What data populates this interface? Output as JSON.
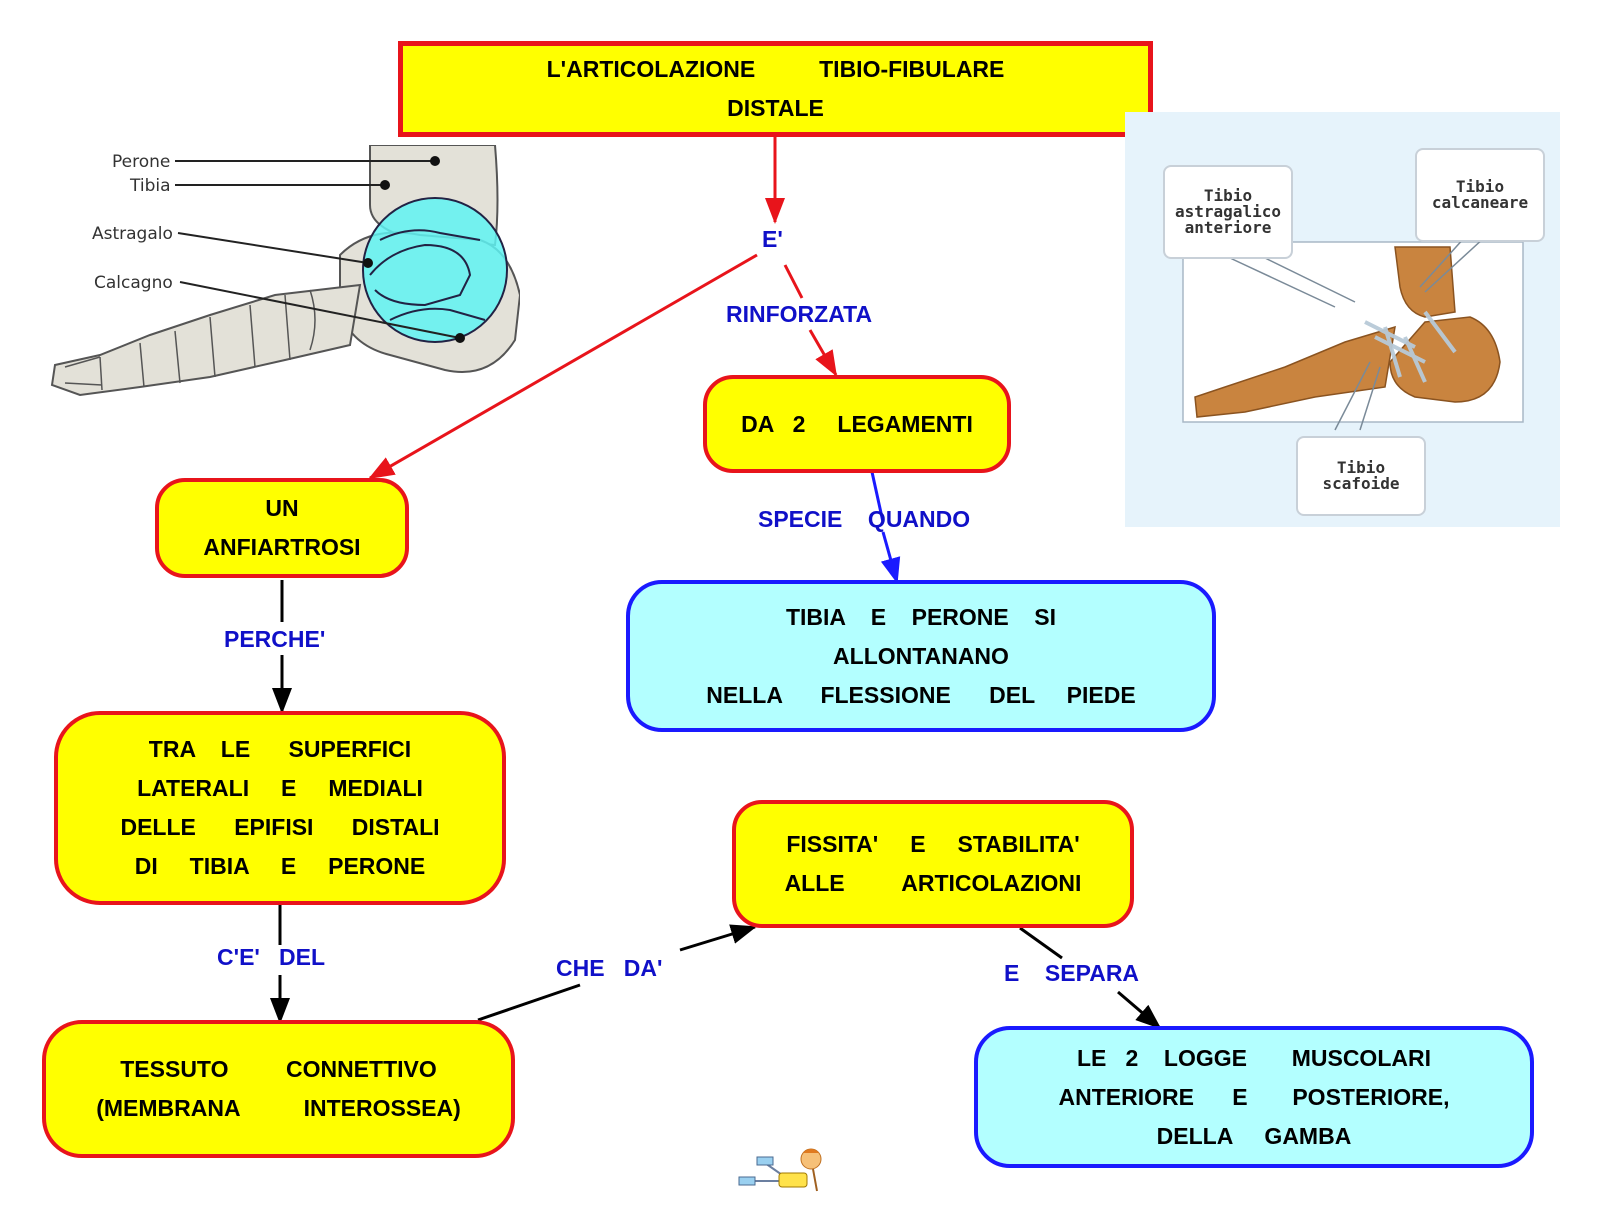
{
  "title": {
    "lines": [
      "L'ARTICOLAZIONE          TIBIO-FIBULARE",
      "DISTALE"
    ]
  },
  "nodes": {
    "anfiartrosi": {
      "lines": [
        "UN",
        "ANFIARTROSI"
      ]
    },
    "legamenti": {
      "lines": [
        "DA   2     LEGAMENTI"
      ]
    },
    "allontanano": {
      "lines": [
        "TIBIA    E    PERONE    SI",
        "ALLONTANANO",
        "NELLA      FLESSIONE      DEL     PIEDE"
      ]
    },
    "superfici": {
      "lines": [
        "TRA    LE      SUPERFICI",
        "LATERALI     E     MEDIALI",
        "DELLE      EPIFISI      DISTALI",
        "DI     TIBIA     E     PERONE"
      ]
    },
    "fissita": {
      "lines": [
        "FISSITA'     E     STABILITA'",
        "ALLE         ARTICOLAZIONI"
      ]
    },
    "tessuto": {
      "lines": [
        "TESSUTO         CONNETTIVO",
        "(MEMBRANA          INTEROSSEA)"
      ]
    },
    "logge": {
      "lines": [
        "LE   2    LOGGE       MUSCOLARI",
        "ANTERIORE      E       POSTERIORE,",
        "DELLA     GAMBA"
      ]
    }
  },
  "link_labels": {
    "e": "E'",
    "rinforzata": "RINFORZATA",
    "specie_quando": "SPECIE    QUANDO",
    "perche": "PERCHE'",
    "ce_del": "C'E'   DEL",
    "che_da": "CHE   DA'",
    "e_separa": "E    SEPARA"
  },
  "left_image": {
    "labels": {
      "perone": "Perone",
      "tibia": "Tibia",
      "astragalo": "Astragalo",
      "calcagno": "Calcagno"
    }
  },
  "right_image": {
    "callouts": {
      "astragalico": [
        "Tibio",
        "astragalico",
        "anteriore"
      ],
      "calcaneare": [
        "Tibio",
        "calcaneare"
      ],
      "scafoide": [
        "Tibio",
        "scafoide"
      ]
    }
  },
  "colors": {
    "yellow_fill": "#ffff00",
    "red_border": "#e8141b",
    "cyan_fill": "#b3ffff",
    "blue_border": "#1a1aff",
    "label_blue": "#1010c8",
    "highlight_cyan": "#5ff3f3"
  },
  "icons": {
    "logo": "cmap-logo-icon"
  }
}
